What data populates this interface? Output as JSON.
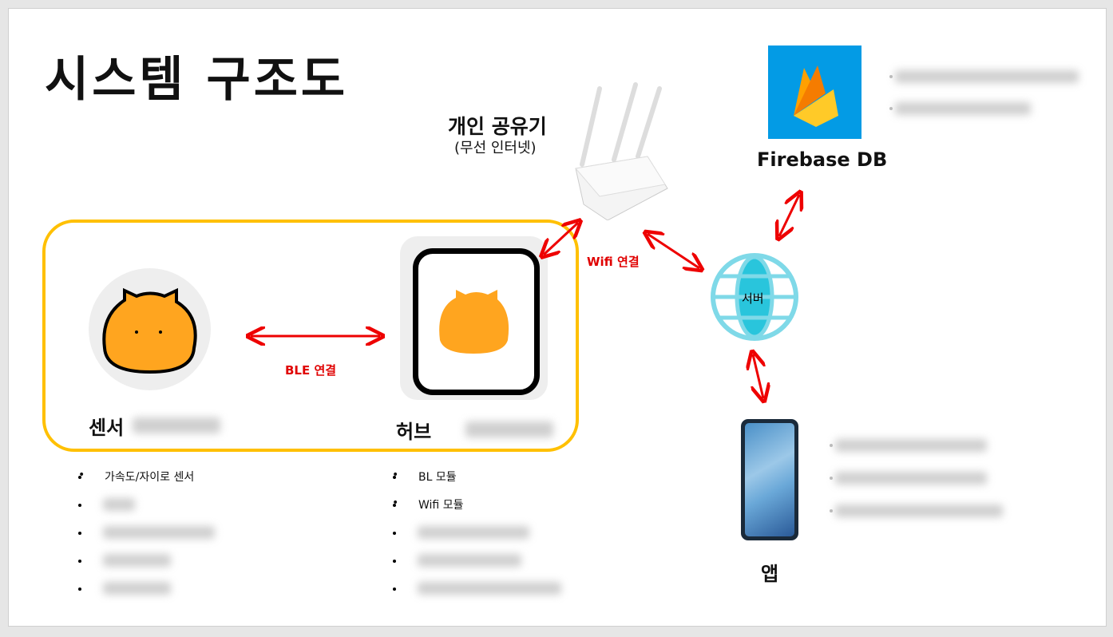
{
  "title": "시스템 구조도",
  "router": {
    "title": "개인 공유기",
    "subtitle": "(무선 인터넷)"
  },
  "firebase": {
    "label": "Firebase DB"
  },
  "server": {
    "label": "서버"
  },
  "app": {
    "label": "앱"
  },
  "sensor": {
    "label": "센서",
    "features": [
      "가속도/자이로 센서"
    ]
  },
  "hub": {
    "label": "허브",
    "features": [
      "BL 모듈",
      "Wifi 모듈"
    ]
  },
  "connections": {
    "ble": "BLE 연결",
    "wifi": "Wifi 연결"
  },
  "colors": {
    "accent": "#ffc000",
    "arrow": "#e00000",
    "firebase_bg": "#039be5",
    "globe": "#29c5dc"
  }
}
